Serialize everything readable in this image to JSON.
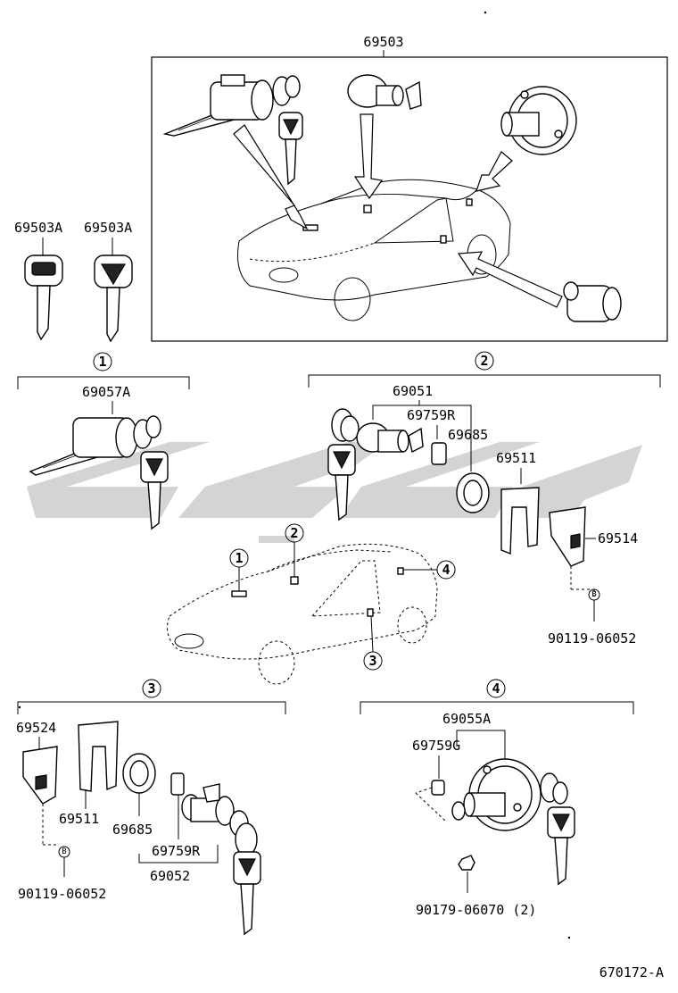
{
  "diagram_code": "670172-A",
  "parts": {
    "assembly_top": "69503",
    "key_a1": "69503A",
    "key_a2": "69503A",
    "g1_cylinder": "69057A",
    "g2_cylinder": "69051",
    "g2_retainer": "69759R",
    "g2_pad": "69685",
    "g2_bracket": "69511",
    "g2_cover": "69514",
    "g2_bolt": "90119-06052",
    "g3_cover": "69524",
    "g3_bracket": "69511",
    "g3_pad": "69685",
    "g3_retainer": "69759R",
    "g3_cylinder": "69052",
    "g3_bolt": "90119-06052",
    "g4_cylinder": "69055A",
    "g4_retainer": "69759G",
    "g4_nut": "90179-06070 (2)"
  },
  "callouts": {
    "c1": "1",
    "c2": "2",
    "c3": "3",
    "c4": "4",
    "b_marker": "B"
  },
  "colors": {
    "line": "#000000",
    "watermark": "#d4d4d4",
    "background": "#ffffff"
  }
}
